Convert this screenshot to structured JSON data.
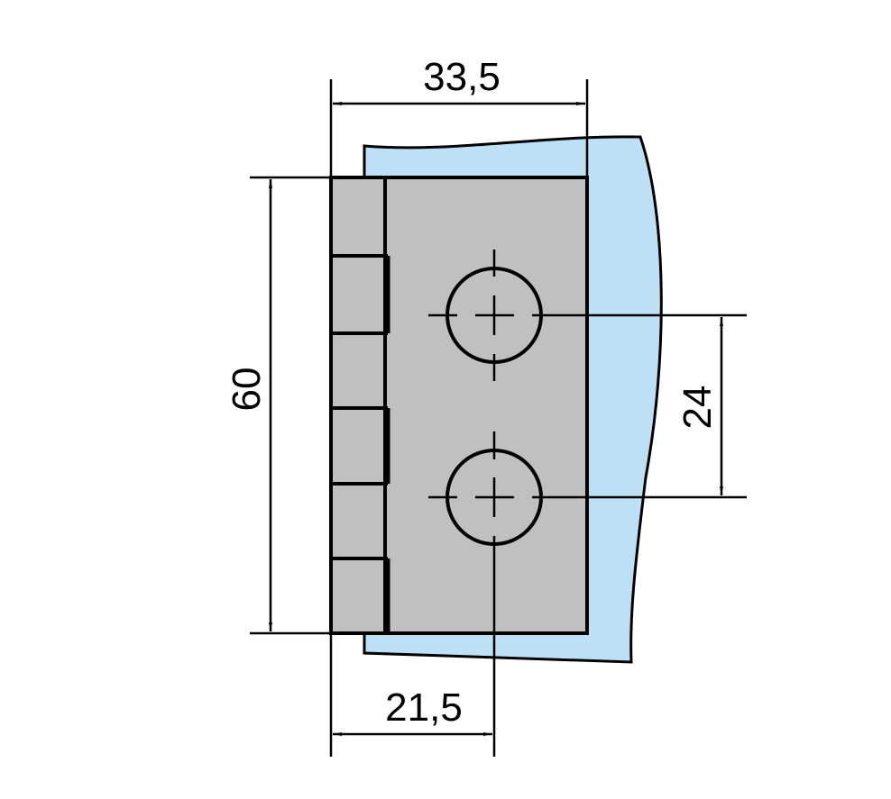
{
  "dimensions": {
    "width_total": "33,5",
    "height": "60",
    "hole_spacing": "24",
    "hole_offset": "21,5"
  },
  "colors": {
    "glass": "#bde0f7",
    "plate": "#c0c0c0",
    "line": "#000000"
  }
}
